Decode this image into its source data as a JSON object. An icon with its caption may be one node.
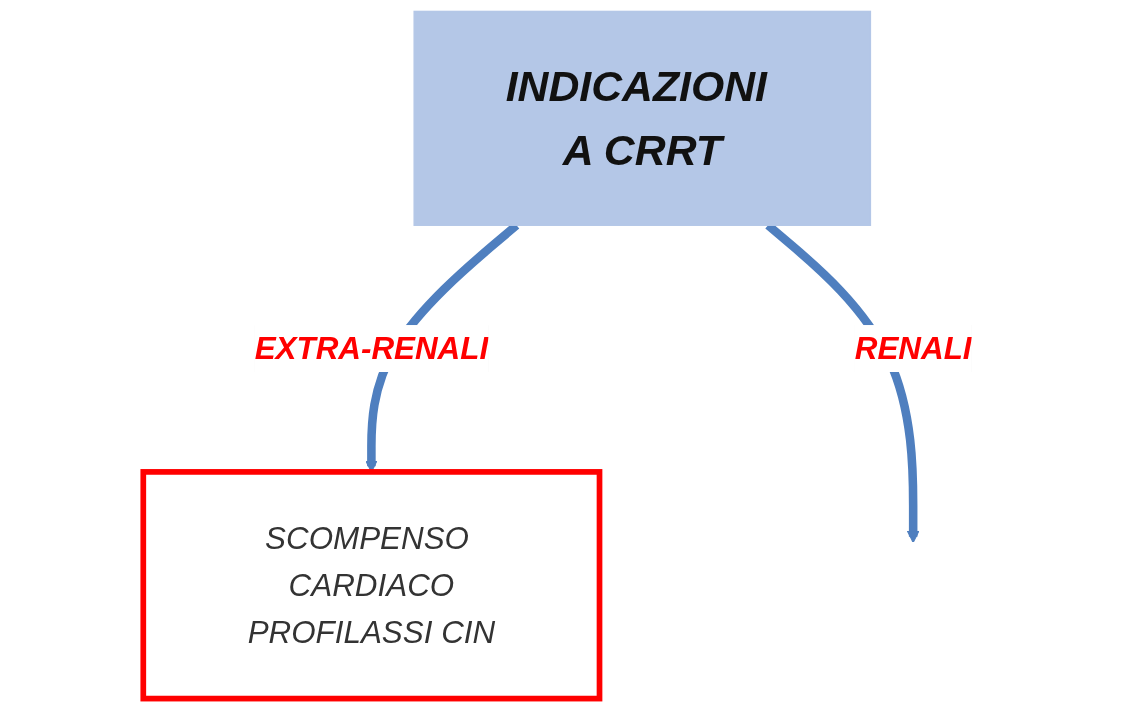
{
  "diagram": {
    "nodes": [
      {
        "text": [
          "INDICAZIONI A CRRT"
        ]
      },
      {
        "text": [
          "SCOMPENSO CARDIACO",
          "PROFILASSI CIN"
        ]
      }
    ],
    "edges": [
      {
        "from": 0,
        "to": 1,
        "arrow": "to",
        "label": "EXTRA-RENALI"
      },
      {
        "from": 0,
        "to": null,
        "arrow": "to",
        "label": "RENALI"
      }
    ]
  }
}
